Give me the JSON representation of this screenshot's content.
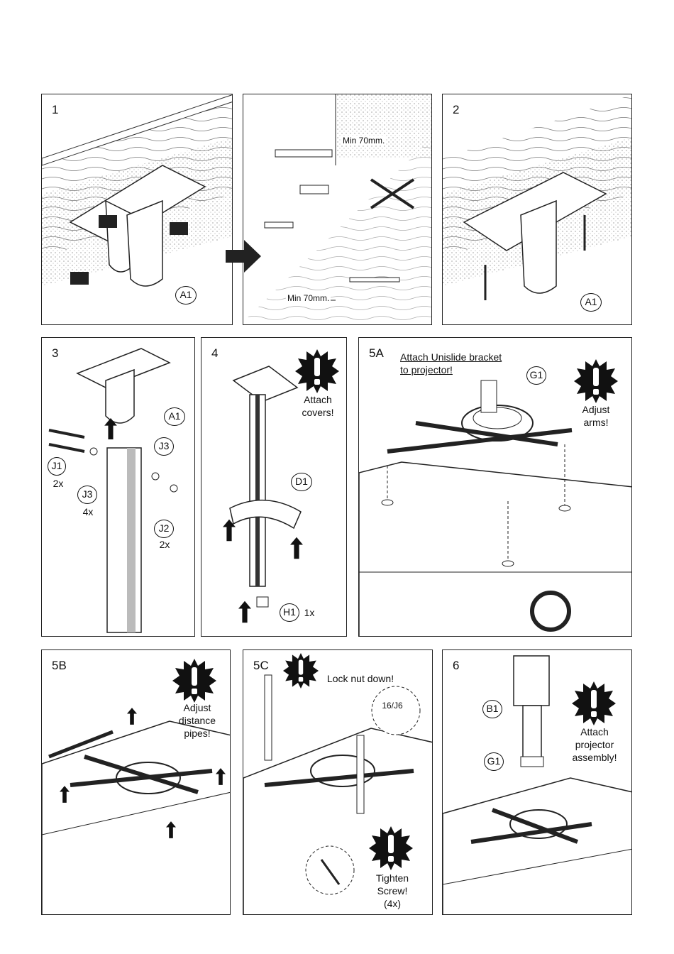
{
  "panels": {
    "p1": {
      "step": "1",
      "part": "A1"
    },
    "p1b": {
      "min_top": "Min 70mm.",
      "min_bottom": "Min 70mm."
    },
    "p2": {
      "step": "2",
      "part": "A1"
    },
    "p3": {
      "step": "3",
      "part_a1": "A1",
      "part_j3a": "J3",
      "part_j1": "J1",
      "qty_j1": "2x",
      "part_j3b": "J3",
      "qty_j3": "4x",
      "part_j2": "J2",
      "qty_j2": "2x"
    },
    "p4": {
      "step": "4",
      "note_line1": "Attach",
      "note_line2": "covers!",
      "part_d1": "D1",
      "part_h1": "H1",
      "qty_h1": "1x"
    },
    "p5a": {
      "step": "5A",
      "title_line1": "Attach Unislide bracket",
      "title_line2": "to projector!",
      "part_g1": "G1",
      "note_line1": "Adjust",
      "note_line2": "arms!"
    },
    "p5b": {
      "step": "5B",
      "note_line1": "Adjust",
      "note_line2": "distance",
      "note_line3": "pipes!"
    },
    "p5c": {
      "step": "5C",
      "lock_note": "Lock nut down!",
      "wrench_size": "16/J6",
      "note_line1": "Tighten",
      "note_line2": "Screw!",
      "note_line3": "(4x)"
    },
    "p6": {
      "step": "6",
      "part_b1": "B1",
      "part_g1": "G1",
      "note_line1": "Attach",
      "note_line2": "projector",
      "note_line3": "assembly!"
    }
  },
  "icons": {
    "warning": "exclamation-burst-icon",
    "arrow": "up-arrow-icon"
  }
}
